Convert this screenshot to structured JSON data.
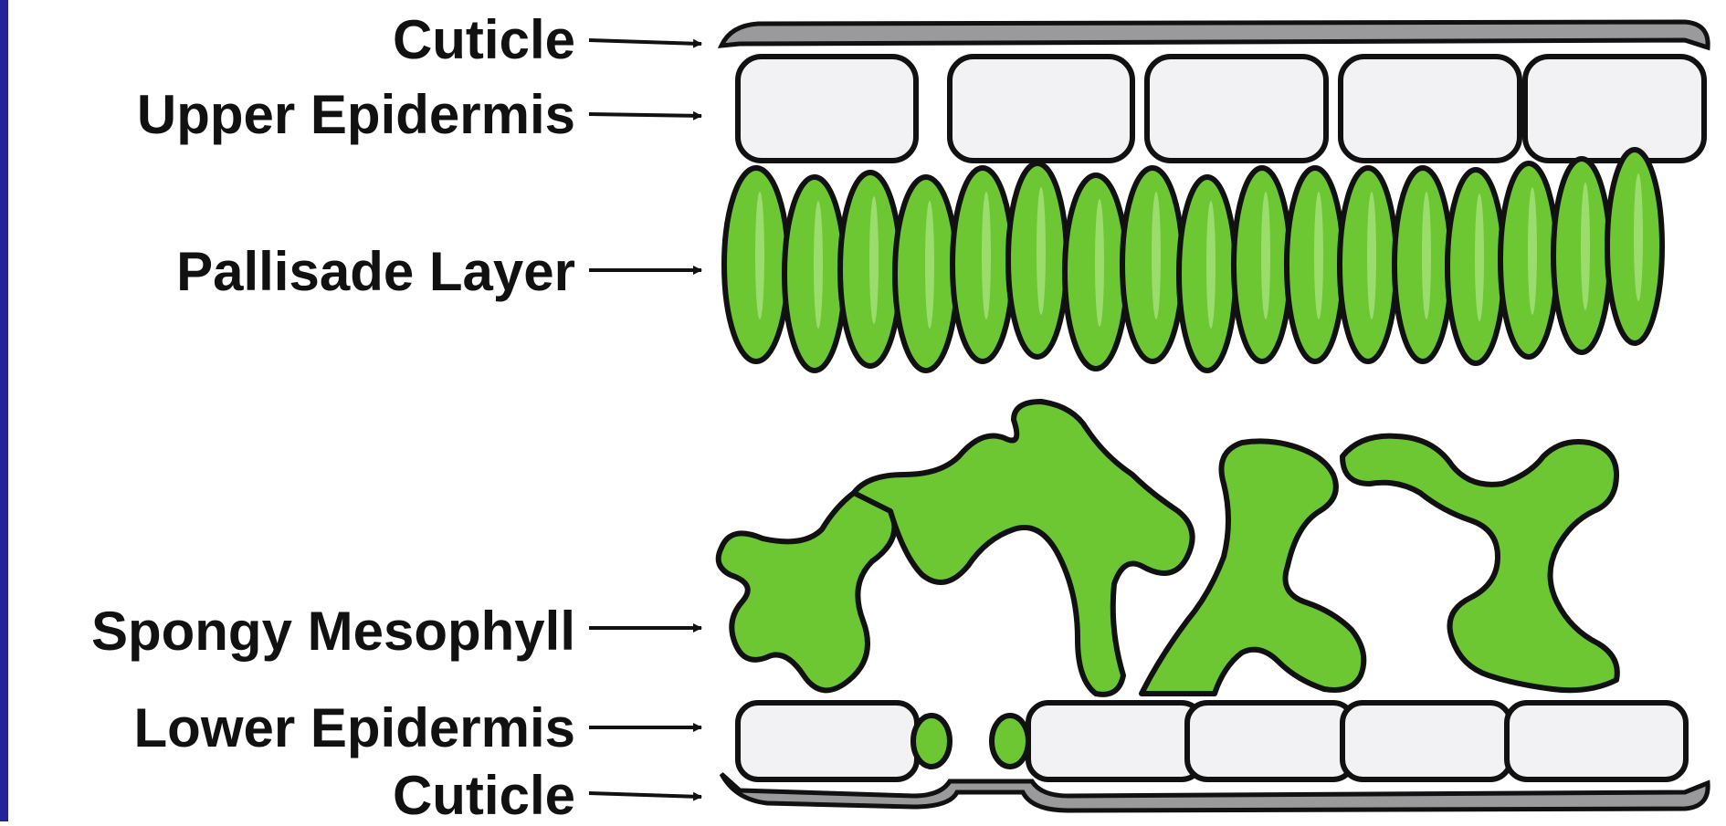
{
  "labels": [
    {
      "id": "cuticle-top",
      "text": "Cuticle"
    },
    {
      "id": "upper-epidermis",
      "text": "Upper Epidermis"
    },
    {
      "id": "palisade-layer",
      "text": "Pallisade Layer"
    },
    {
      "id": "spongy-mesophyll",
      "text": "Spongy Mesophyll"
    },
    {
      "id": "lower-epidermis",
      "text": "Lower Epidermis"
    },
    {
      "id": "cuticle-bottom",
      "text": "Cuticle"
    }
  ],
  "colors": {
    "cell_green": "#6cc733",
    "cell_green_dark": "#4e9e1f",
    "epidermis_fill": "#f2f2f4",
    "cuticle_gray": "#9a9a9c",
    "outline": "#111111",
    "frame_bar": "#23229a"
  }
}
